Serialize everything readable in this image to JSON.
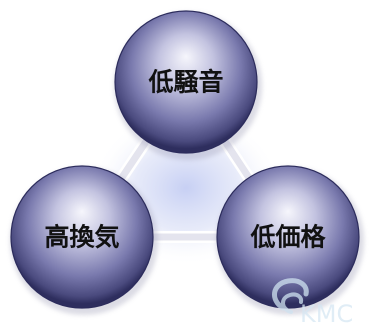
{
  "diagram": {
    "nodes": [
      {
        "id": "top",
        "label": "低騒音"
      },
      {
        "id": "left",
        "label": "高換気"
      },
      {
        "id": "right",
        "label": "低価格"
      }
    ]
  },
  "watermark": {
    "text": "KMC"
  },
  "colors": {
    "sphere_highlight": "#f2f2fb",
    "sphere_mid": "#8e8ebd",
    "sphere_dark": "#3e3e72",
    "sphere_edge": "#2a2a55",
    "center_glow": "#c9d2f4",
    "connector": "#ebebf3",
    "watermark": "#d6e7f3"
  }
}
